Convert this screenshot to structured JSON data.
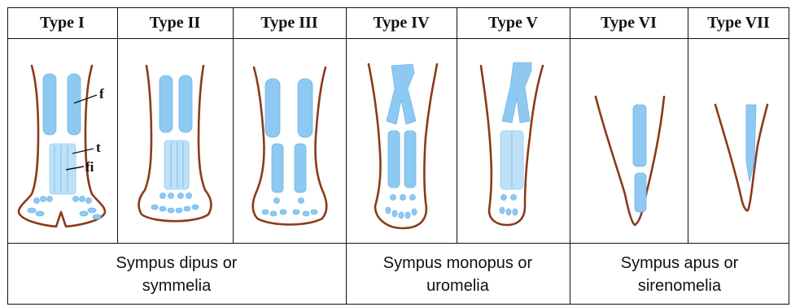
{
  "types": [
    {
      "label": "Type I"
    },
    {
      "label": "Type II"
    },
    {
      "label": "Type III"
    },
    {
      "label": "Type IV"
    },
    {
      "label": "Type V"
    },
    {
      "label": "Type VI"
    },
    {
      "label": "Type VII"
    }
  ],
  "bone_labels": {
    "femur": "f",
    "tibia": "t",
    "fibula": "fi"
  },
  "groups": [
    {
      "line1": "Sympus dipus or",
      "line2": "symmelia"
    },
    {
      "line1": "Sympus monopus or",
      "line2": "uromelia"
    },
    {
      "line1": "Sympus apus or",
      "line2": "sirenomelia"
    }
  ],
  "colors": {
    "outline": "#8b3a1a",
    "bone": "#8ec9f2",
    "border": "#111111"
  }
}
